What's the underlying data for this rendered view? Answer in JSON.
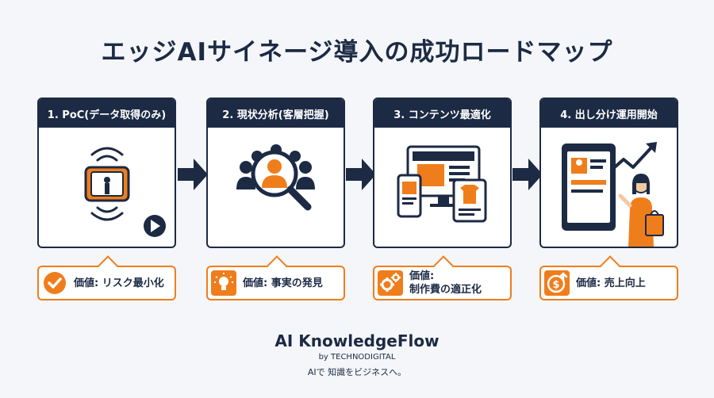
{
  "title": "エッジAIサイネージ導入の成功ロードマップ",
  "steps": [
    {
      "label": "1. PoC(データ取得のみ)",
      "icon": "signal-camera-play-icon"
    },
    {
      "label": "2. 現状分析(客層把握)",
      "icon": "magnifier-people-icon"
    },
    {
      "label": "3. コンテンツ最適化",
      "icon": "multi-device-content-icon"
    },
    {
      "label": "4. 出し分け運用開始",
      "icon": "tablet-customer-growth-icon"
    }
  ],
  "values": [
    {
      "lines": [
        "価値: リスク最小化"
      ],
      "icon": "check-circle-icon"
    },
    {
      "lines": [
        "価値: 事実の発見"
      ],
      "icon": "lightbulb-icon"
    },
    {
      "lines": [
        "価値:",
        "制作費の適正化"
      ],
      "icon": "gears-icon"
    },
    {
      "lines": [
        "価値: 売上向上"
      ],
      "icon": "coin-up-arrow-icon"
    }
  ],
  "brand": {
    "name": "AI KnowledgeFlow",
    "by": "by TECHNODIGITAL",
    "tagline": "AIで 知識をビジネスへ。"
  },
  "colors": {
    "navy": "#1c2a44",
    "orange": "#f07d1c",
    "background": "#f4f6f9"
  }
}
